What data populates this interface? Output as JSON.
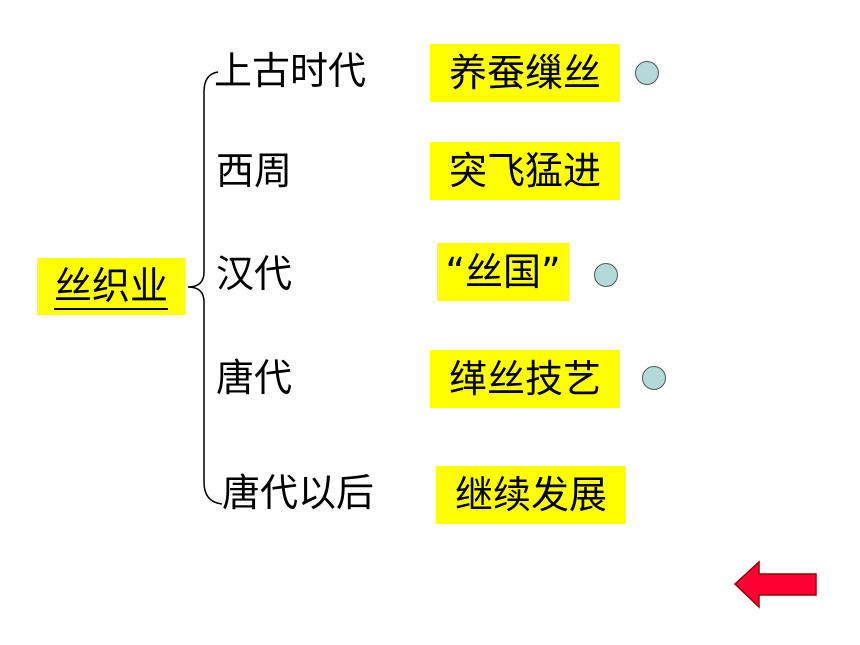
{
  "root": {
    "label": "丝织业"
  },
  "branches": [
    {
      "era": "上古时代",
      "desc": "养蚕缫丝",
      "marked": true
    },
    {
      "era": "西周",
      "desc": "突飞猛进",
      "marked": false
    },
    {
      "era": "汉代",
      "desc": "“丝国”",
      "marked": true
    },
    {
      "era": "唐代",
      "desc": "缂丝技艺",
      "marked": true
    },
    {
      "era": "唐代以后",
      "desc": "继续发展",
      "marked": false
    }
  ],
  "colors": {
    "highlight": "#ffff00",
    "dot": "#b3d9d9",
    "back_arrow": "#ff0033"
  },
  "icons": {
    "nav": "back-arrow-icon",
    "marker": "circle-marker-icon"
  }
}
